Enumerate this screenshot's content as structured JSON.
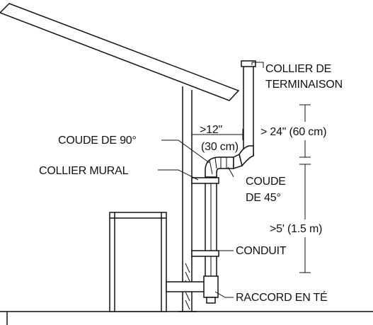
{
  "labels": {
    "termination_clamp_line1": "COLLIER DE",
    "termination_clamp_line2": "TERMINAISON",
    "clearance_above_roof": "> 24\" (60 cm)",
    "offset_from_wall_line1": ">12\"",
    "offset_from_wall_line2": "(30 cm)",
    "elbow_90": "COUDE DE 90°",
    "wall_clamp": "COLLIER MURAL",
    "elbow_45_line1": "COUDE",
    "elbow_45_line2": "DE 45°",
    "height_above_tee": ">5' (1.5 m)",
    "conduit": "CONDUIT",
    "tee_connector": "RACCORD EN TÉ"
  },
  "colors": {
    "line": "#111111",
    "background": "#ffffff"
  }
}
